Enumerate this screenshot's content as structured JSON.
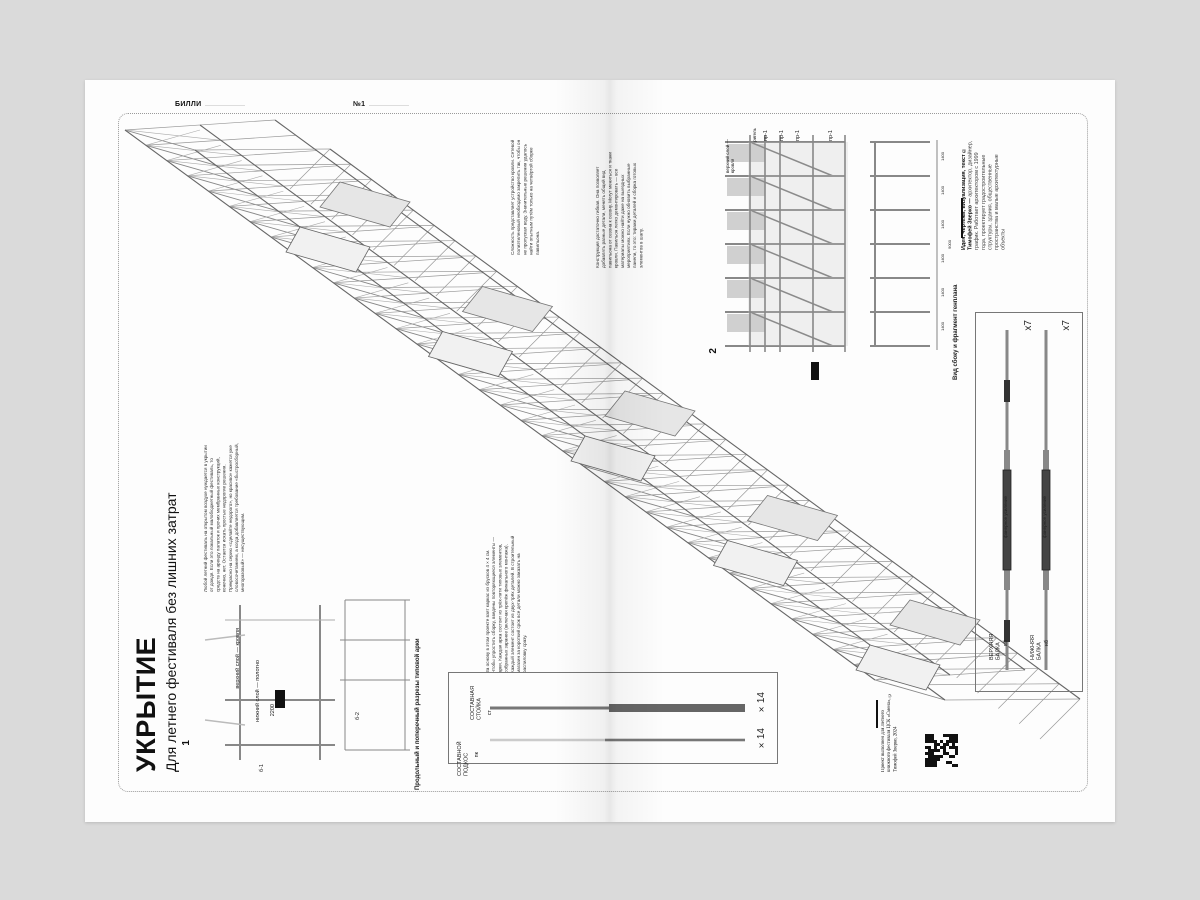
{
  "header": {
    "magazine": "БИЛЛИ",
    "issue": "№1"
  },
  "article": {
    "title": "УКРЫТИЕ",
    "subtitle": "Для летнего фестиваля без лишних затрат",
    "intro": "Любой летний фестиваль на открытом воздухе нуждается в укрытии от дождя. Если это локальный малобюджетный фестиваль, то средств на аренду палаток и прочих мембранных конструкций, конечно, нет. Остается искать простые недорогие решения. Прекрасно на серию «сделайте недорого», но красиво» кажется уже словосочетанием, а когда добавляется требование «быстросборный, многоразовый» — несуществующим.",
    "body_1": "Сложность представляет устройство кровли. Сетевой полиэтиленовый необходимо закрепить так, чтобы он не пропускал воду. Значительные решения удалось найти опытным путём только на четвёртой сборке павильона.",
    "body_2": "Конструкция достаточно гибкая. Она позволяет добавлять разные детали, менять общий вид павильона от сезона к сезону. Могут меняться и ткани кровли. Павильон легко демонтировать — все материалы можно найти даже на выездных мероприятиях. Если нужно обновить выбранные панели, то это: тиражи деталей и сборка готовых элементов в шалу.",
    "body_3": "За основу в этом проекте взят каркас из брусков 4×4 см. Чтобы упростить сборку, введены повторяющиеся элементы — арки. Каждая арка состоит из трёх-пяти типовых элементов, собранных заранее (включая крепёж финального монтажа). Каждый элемент состоит из двух-трёх деталей. В строительный магазин за короткий срок все детали можно заказать на распиловку сразу."
  },
  "figure_1": {
    "number": "1",
    "caption": "Продольный и поперечный разрезы типовой арки",
    "labels": [
      "верхний слой — кровля",
      "нижний слой — полотно",
      "2200",
      "б-1",
      "б-2"
    ]
  },
  "figure_2": {
    "number": "2",
    "caption": "Вид сбоку и фрагмент генплана",
    "labels": [
      "верхний слой — кровля",
      "ригель",
      "пр-1",
      "пр-1",
      "пр-1",
      "пр-1"
    ],
    "dimensions": [
      "1400",
      "1400",
      "1400",
      "1400",
      "1400",
      "1400",
      "9000"
    ]
  },
  "parts_left": [
    {
      "name": "СОСТАВНАЯ СТОЙКА",
      "code": "ст",
      "count": "×14"
    },
    {
      "name": "СОСТАВНОЙ ПОДКОС",
      "code": "пк",
      "count": "×14"
    }
  ],
  "parts_right": [
    {
      "name": "ВЕРХНЯЯ БАЛКА",
      "code": "вб",
      "note": "фанерное усиление",
      "count": "x7"
    },
    {
      "name": "НИЖНЯЯ БАЛКА",
      "code": "нб",
      "note": "фанерное усиление",
      "count": "x7"
    }
  ],
  "credits": {
    "heading": "Идея, чертежи, визуализация, текст © Тимофей Зверко —",
    "bio": "архитектор, дизайнер, график. Работает архитектором с 1999 года, проектирует градостроительные структуры, здания, общественные пространства и малые архитектурные объекты"
  },
  "footer_note": "Проект выполнен для Летнего книжного фестиваля ЦСК «Смена», © Тимофей Зверко, 2024",
  "colors": {
    "background": "#dadada",
    "paper": "#fdfdfd",
    "ink": "#111111",
    "member": "#8a8a8a"
  }
}
